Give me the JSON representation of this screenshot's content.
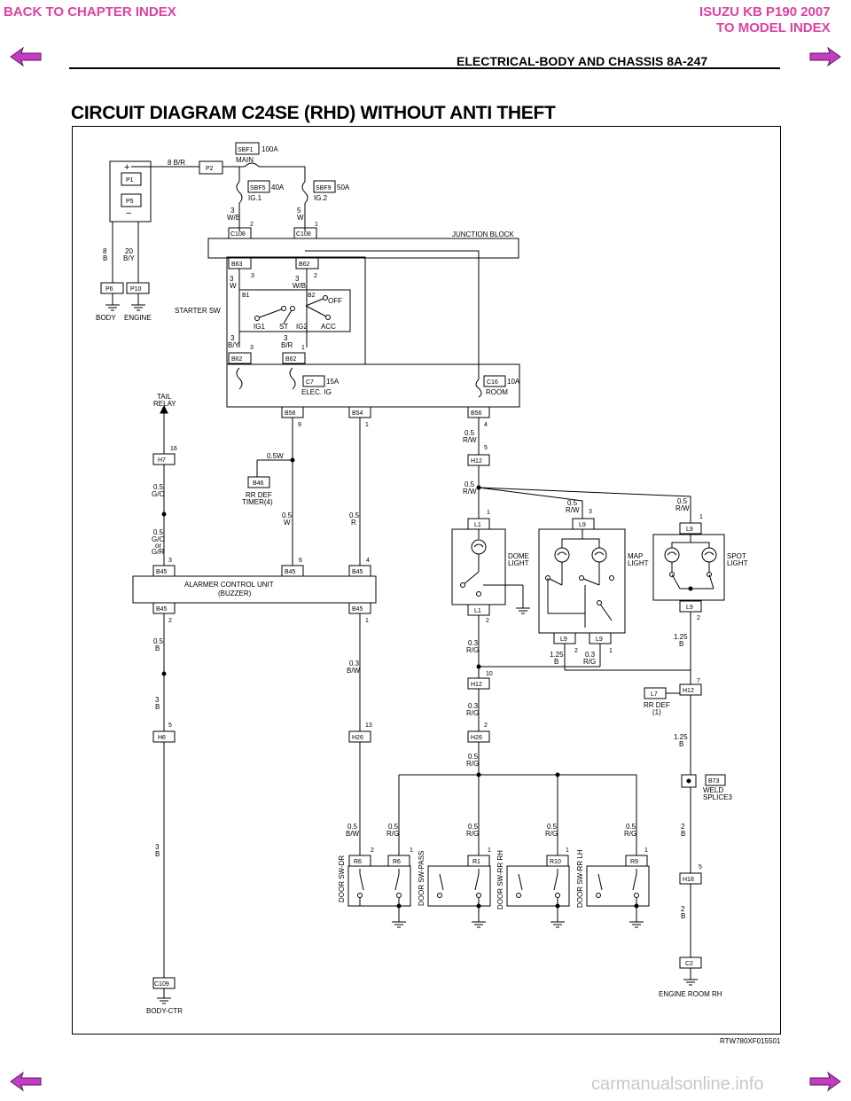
{
  "nav": {
    "back_chapter": "BACK TO CHAPTER INDEX",
    "model_line1": "ISUZU KB P190 2007",
    "model_line2": "TO MODEL INDEX"
  },
  "header": {
    "section": "ELECTRICAL-BODY AND CHASSIS  8A-247"
  },
  "title": "CIRCUIT DIAGRAM C24SE (RHD) WITHOUT ANTI THEFT",
  "figure_code": "RTW780XF015501",
  "watermark": "carmanualsonline.info",
  "colors": {
    "nav": "#e040a0",
    "arrow_fill": "#c43cc4",
    "line": "#000000"
  },
  "diagram": {
    "connectors": [
      "P1",
      "P5",
      "P2",
      "P6",
      "P10",
      "SBF1",
      "SBF5",
      "SBF9",
      "C108",
      "C108",
      "B63",
      "B62",
      "B1",
      "B2",
      "B62",
      "B62",
      "C7",
      "C16",
      "B56",
      "B54",
      "B56",
      "H7",
      "B46",
      "H12",
      "L1",
      "L9",
      "L9",
      "B45",
      "B45",
      "B45",
      "B45",
      "B45",
      "L1",
      "L9",
      "L9",
      "H12",
      "L7",
      "H12",
      "H6",
      "H26",
      "H26",
      "B73",
      "R6",
      "R6",
      "R1",
      "R10",
      "R9",
      "H18",
      "C2",
      "C109"
    ],
    "components": {
      "battery_plus": "+",
      "battery_minus": "−",
      "main_fuse": "MAIN",
      "main_amp": "100A",
      "ig1": "IG.1",
      "ig1_amp": "40A",
      "ig2": "IG.2",
      "ig2_amp": "50A",
      "junction_block": "JUNCTION BLOCK",
      "starter_sw": "STARTER SW",
      "sw_off": "OFF",
      "sw_ig1": "IG1",
      "sw_st": "ST",
      "sw_ig2": "IG2",
      "sw_acc": "ACC",
      "elec_ig": "ELEC. IG",
      "elec_ig_amp": "15A",
      "room": "ROOM",
      "room_amp": "10A",
      "body": "BODY",
      "engine": "ENGINE",
      "tail_relay_1": "TAIL",
      "tail_relay_2": "RELAY",
      "rr_def_timer_1": "RR DEF",
      "rr_def_timer_2": "TIMER(4)",
      "alarmer_1": "ALARMER CONTROL UNIT",
      "alarmer_2": "(BUZZER)",
      "dome_1": "DOME",
      "dome_2": "LIGHT",
      "map_1": "MAP",
      "map_2": "LIGHT",
      "spot_1": "SPOT",
      "spot_2": "LIGHT",
      "rr_def_1": "RR DEF",
      "rr_def_2": "(1)",
      "weld_1": "WELD",
      "weld_2": "SPLICE3",
      "door_dr": "DOOR SW-DR",
      "door_pass": "DOOR SW-PASS",
      "door_rrrh": "DOOR SW-RR RH",
      "door_rrlh": "DOOR SW-RR LH",
      "engine_room_rh": "ENGINE ROOM RH",
      "body_ctr": "BODY-CTR"
    },
    "wires": {
      "w_8br": "8 B/R",
      "w_3wb": "3",
      "w_3wb_c": "W/B",
      "w_5w": "5",
      "w_5w_c": "W",
      "w_8b": "8",
      "w_8b_c": "B",
      "w_20by": "20",
      "w_20by_c": "B/Y",
      "w_3w": "3",
      "w_3w_c": "W",
      "w_3wb2": "3",
      "w_3wb2_c": "W/B",
      "w_3by": "3",
      "w_3by_c": "B/Y",
      "w_3br": "3",
      "w_3br_c": "B/R",
      "w_05w_a": "0.5W",
      "w_05go": "0.5",
      "w_05go_c": "G/O",
      "w_05go2": "0.5",
      "w_05go2_c": "G/O",
      "w_05go2_d": "or",
      "w_05go2_e": "G/R",
      "w_05w": "0.5",
      "w_05w_c": "W",
      "w_05r": "0.5",
      "w_05r_c": "R",
      "w_05rw": "0.5",
      "w_05rw_c": "R/W",
      "w_05b": "0.5",
      "w_05b_c": "B",
      "w_3b": "3",
      "w_3b_c": "B",
      "w_03bw": "0.3",
      "w_03bw_c": "B/W",
      "w_03rg": "0.3",
      "w_03rg_c": "R/G",
      "w_125b": "1.25",
      "w_125b_c": "B",
      "w_05rg": "0.5",
      "w_05rg_c": "R/G",
      "w_05bw": "0.5",
      "w_05bw_c": "B/W",
      "w_2b": "2",
      "w_2b_c": "B"
    }
  }
}
